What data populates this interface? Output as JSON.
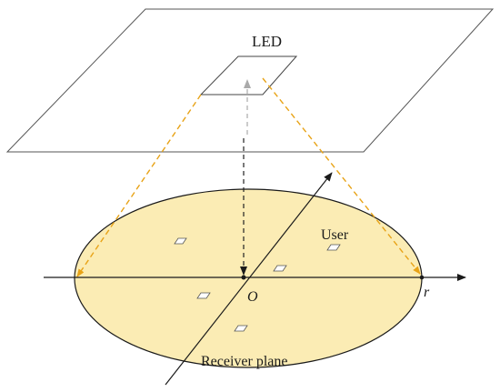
{
  "labels": {
    "led": "LED",
    "user": "User",
    "origin": "O",
    "radius": "r",
    "receiver_plane": "Receiver plane"
  },
  "colors": {
    "receiver_fill": "#fbecb4",
    "beam": "#e8a317",
    "line": "#1a1a1a",
    "ceiling": "#555555",
    "vertical_arrow": "#222222",
    "led_arrow": "#aaaaaa"
  }
}
